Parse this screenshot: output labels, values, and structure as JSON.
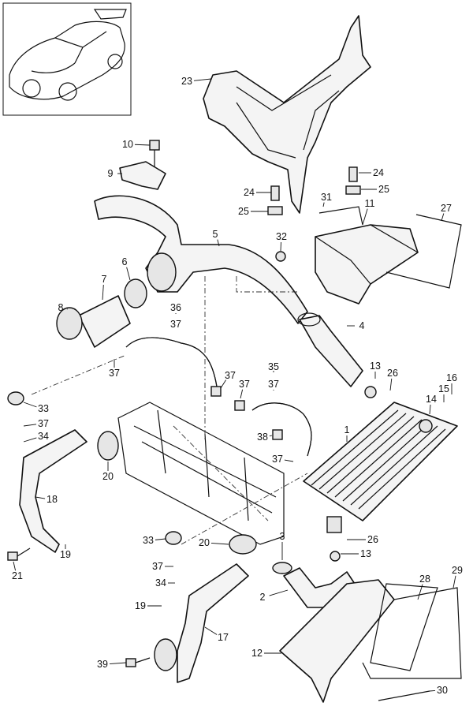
{
  "diagram": {
    "thumbnail": "vehicle-coupe-illustration",
    "callouts": [
      "23",
      "10",
      "9",
      "24",
      "25",
      "24",
      "25",
      "31",
      "11",
      "27",
      "5",
      "32",
      "6",
      "7",
      "8",
      "36",
      "37",
      "4",
      "37",
      "37",
      "37",
      "35",
      "37",
      "13",
      "26",
      "16",
      "15",
      "14",
      "33",
      "37",
      "34",
      "20",
      "38",
      "37",
      "1",
      "18",
      "19",
      "21",
      "33",
      "20",
      "3",
      "26",
      "13",
      "37",
      "34",
      "2",
      "28",
      "29",
      "19",
      "17",
      "12",
      "39",
      "30"
    ]
  }
}
